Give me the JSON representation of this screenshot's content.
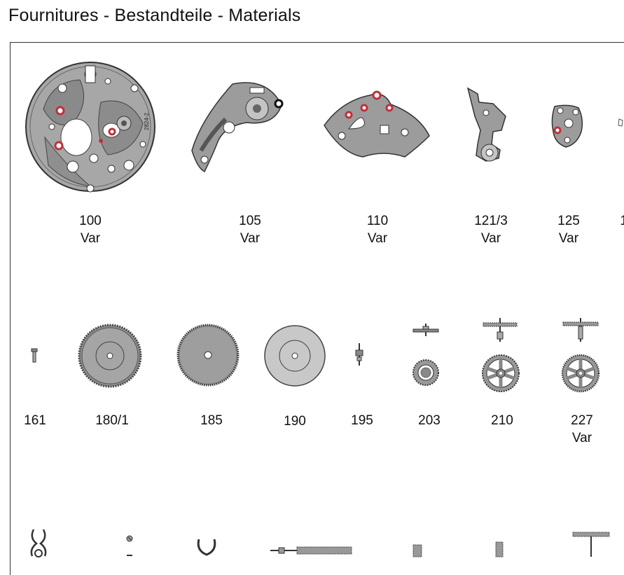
{
  "page": {
    "title": "Fournitures - Bestandteile - Materials"
  },
  "parts": [
    {
      "number": "100",
      "variant": "Var"
    },
    {
      "number": "105",
      "variant": "Var"
    },
    {
      "number": "110",
      "variant": "Var"
    },
    {
      "number": "121/3",
      "variant": "Var"
    },
    {
      "number": "125",
      "variant": "Var"
    },
    {
      "number": "1",
      "variant": ""
    },
    {
      "number": "161",
      "variant": ""
    },
    {
      "number": "180/1",
      "variant": ""
    },
    {
      "number": "185",
      "variant": ""
    },
    {
      "number": "190",
      "variant": ""
    },
    {
      "number": "195",
      "variant": ""
    },
    {
      "number": "203",
      "variant": ""
    },
    {
      "number": "210",
      "variant": ""
    },
    {
      "number": "227",
      "variant": "Var"
    }
  ],
  "engraving": "2824-2",
  "colors": {
    "metal": "#9a9a9a",
    "metal_dark": "#6f6f6f",
    "metal_light": "#c4c4c4",
    "jewel": "#c0303a",
    "outline": "#333333"
  }
}
